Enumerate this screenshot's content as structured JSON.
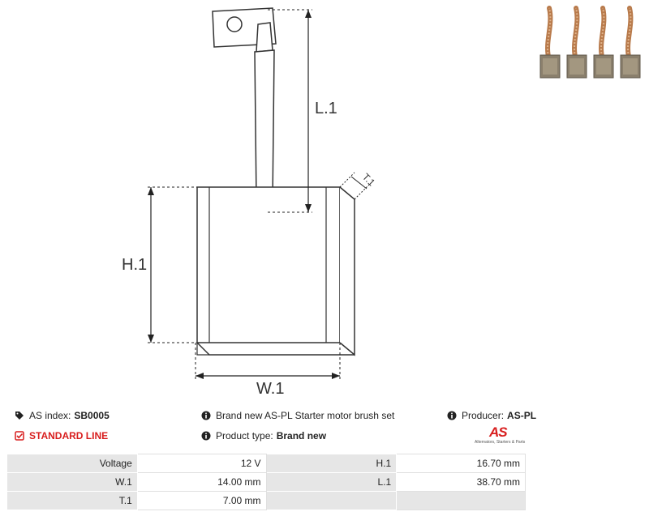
{
  "drawing": {
    "labels": {
      "l1": "L.1",
      "h1": "H.1",
      "w1": "W.1",
      "t1": "T.1"
    }
  },
  "photo": {
    "count": 4,
    "subject": "carbon-brush-photo"
  },
  "info": {
    "as_index_label": "AS index:",
    "as_index_value": "SB0005",
    "description": "Brand new AS-PL Starter motor brush set",
    "producer_label": "Producer:",
    "producer_value": "AS-PL",
    "line": "STANDARD LINE",
    "product_type_label": "Product type:",
    "product_type_value": "Brand new",
    "logo_text": "AS",
    "logo_tagline": "Alternators, Starters & Parts"
  },
  "specs": [
    {
      "label1": "Voltage",
      "value1": "12 V",
      "label2": "H.1",
      "value2": "16.70 mm"
    },
    {
      "label1": "W.1",
      "value1": "14.00 mm",
      "label2": "L.1",
      "value2": "38.70 mm"
    },
    {
      "label1": "T.1",
      "value1": "7.00 mm",
      "label2": "",
      "value2": ""
    }
  ],
  "colors": {
    "accent_red": "#d81e1e",
    "cell_grey": "#e6e6e6"
  }
}
